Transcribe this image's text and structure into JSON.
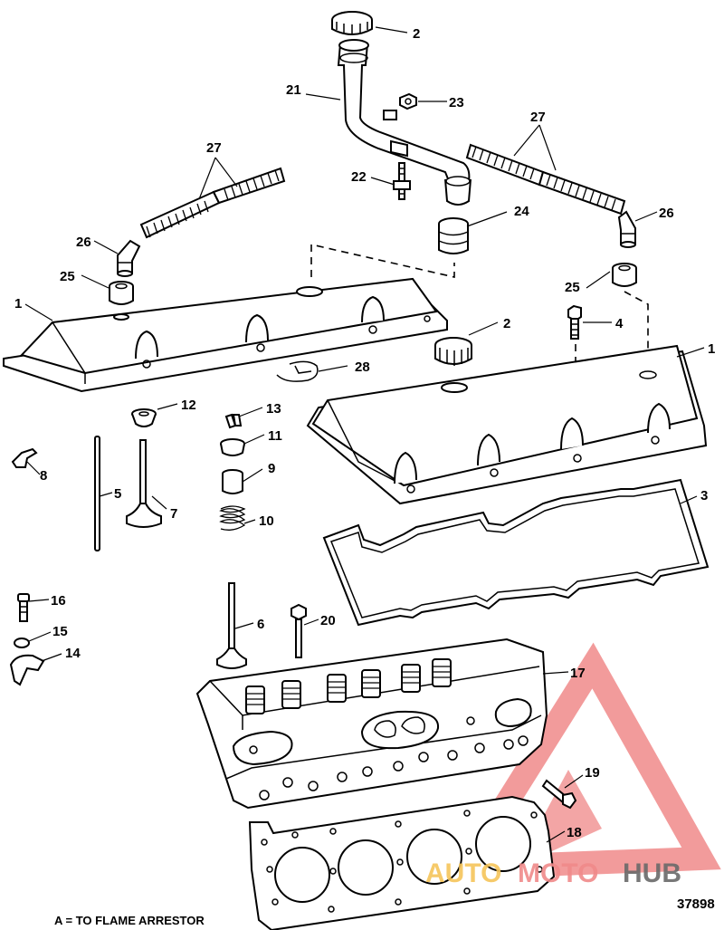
{
  "labels": {
    "cap_top": "2",
    "pipe": "21",
    "nut": "23",
    "bolt_stud": "22",
    "grommet_big": "24",
    "hose_left": "27",
    "hose_right": "27",
    "elbow_left": "26",
    "elbow_right": "26",
    "grommet_left": "25",
    "grommet_right": "25",
    "cover_left": "1",
    "cover_right": "1",
    "cap_right": "2",
    "bolt": "4",
    "clip": "28",
    "retainer": "12",
    "lock": "13",
    "retainer2": "11",
    "seal": "9",
    "spring": "10",
    "rocker_ball": "8",
    "pushrod": "5",
    "valve_intake": "7",
    "gasket_cover": "3",
    "stud": "16",
    "ball": "15",
    "rocker_arm": "14",
    "valve_exhaust": "6",
    "head_bolt": "20",
    "head": "17",
    "bolt_small": "19",
    "head_gasket": "18"
  },
  "caption": "A = TO FLAME ARRESTOR",
  "figure_number": "37898",
  "watermark": {
    "prefix": "AUTO",
    "middle": "MOTO",
    "suffix": "HUB",
    "accent": "#f08a8a",
    "yellow": "#f6c55a",
    "dark": "#6a6a6a"
  }
}
